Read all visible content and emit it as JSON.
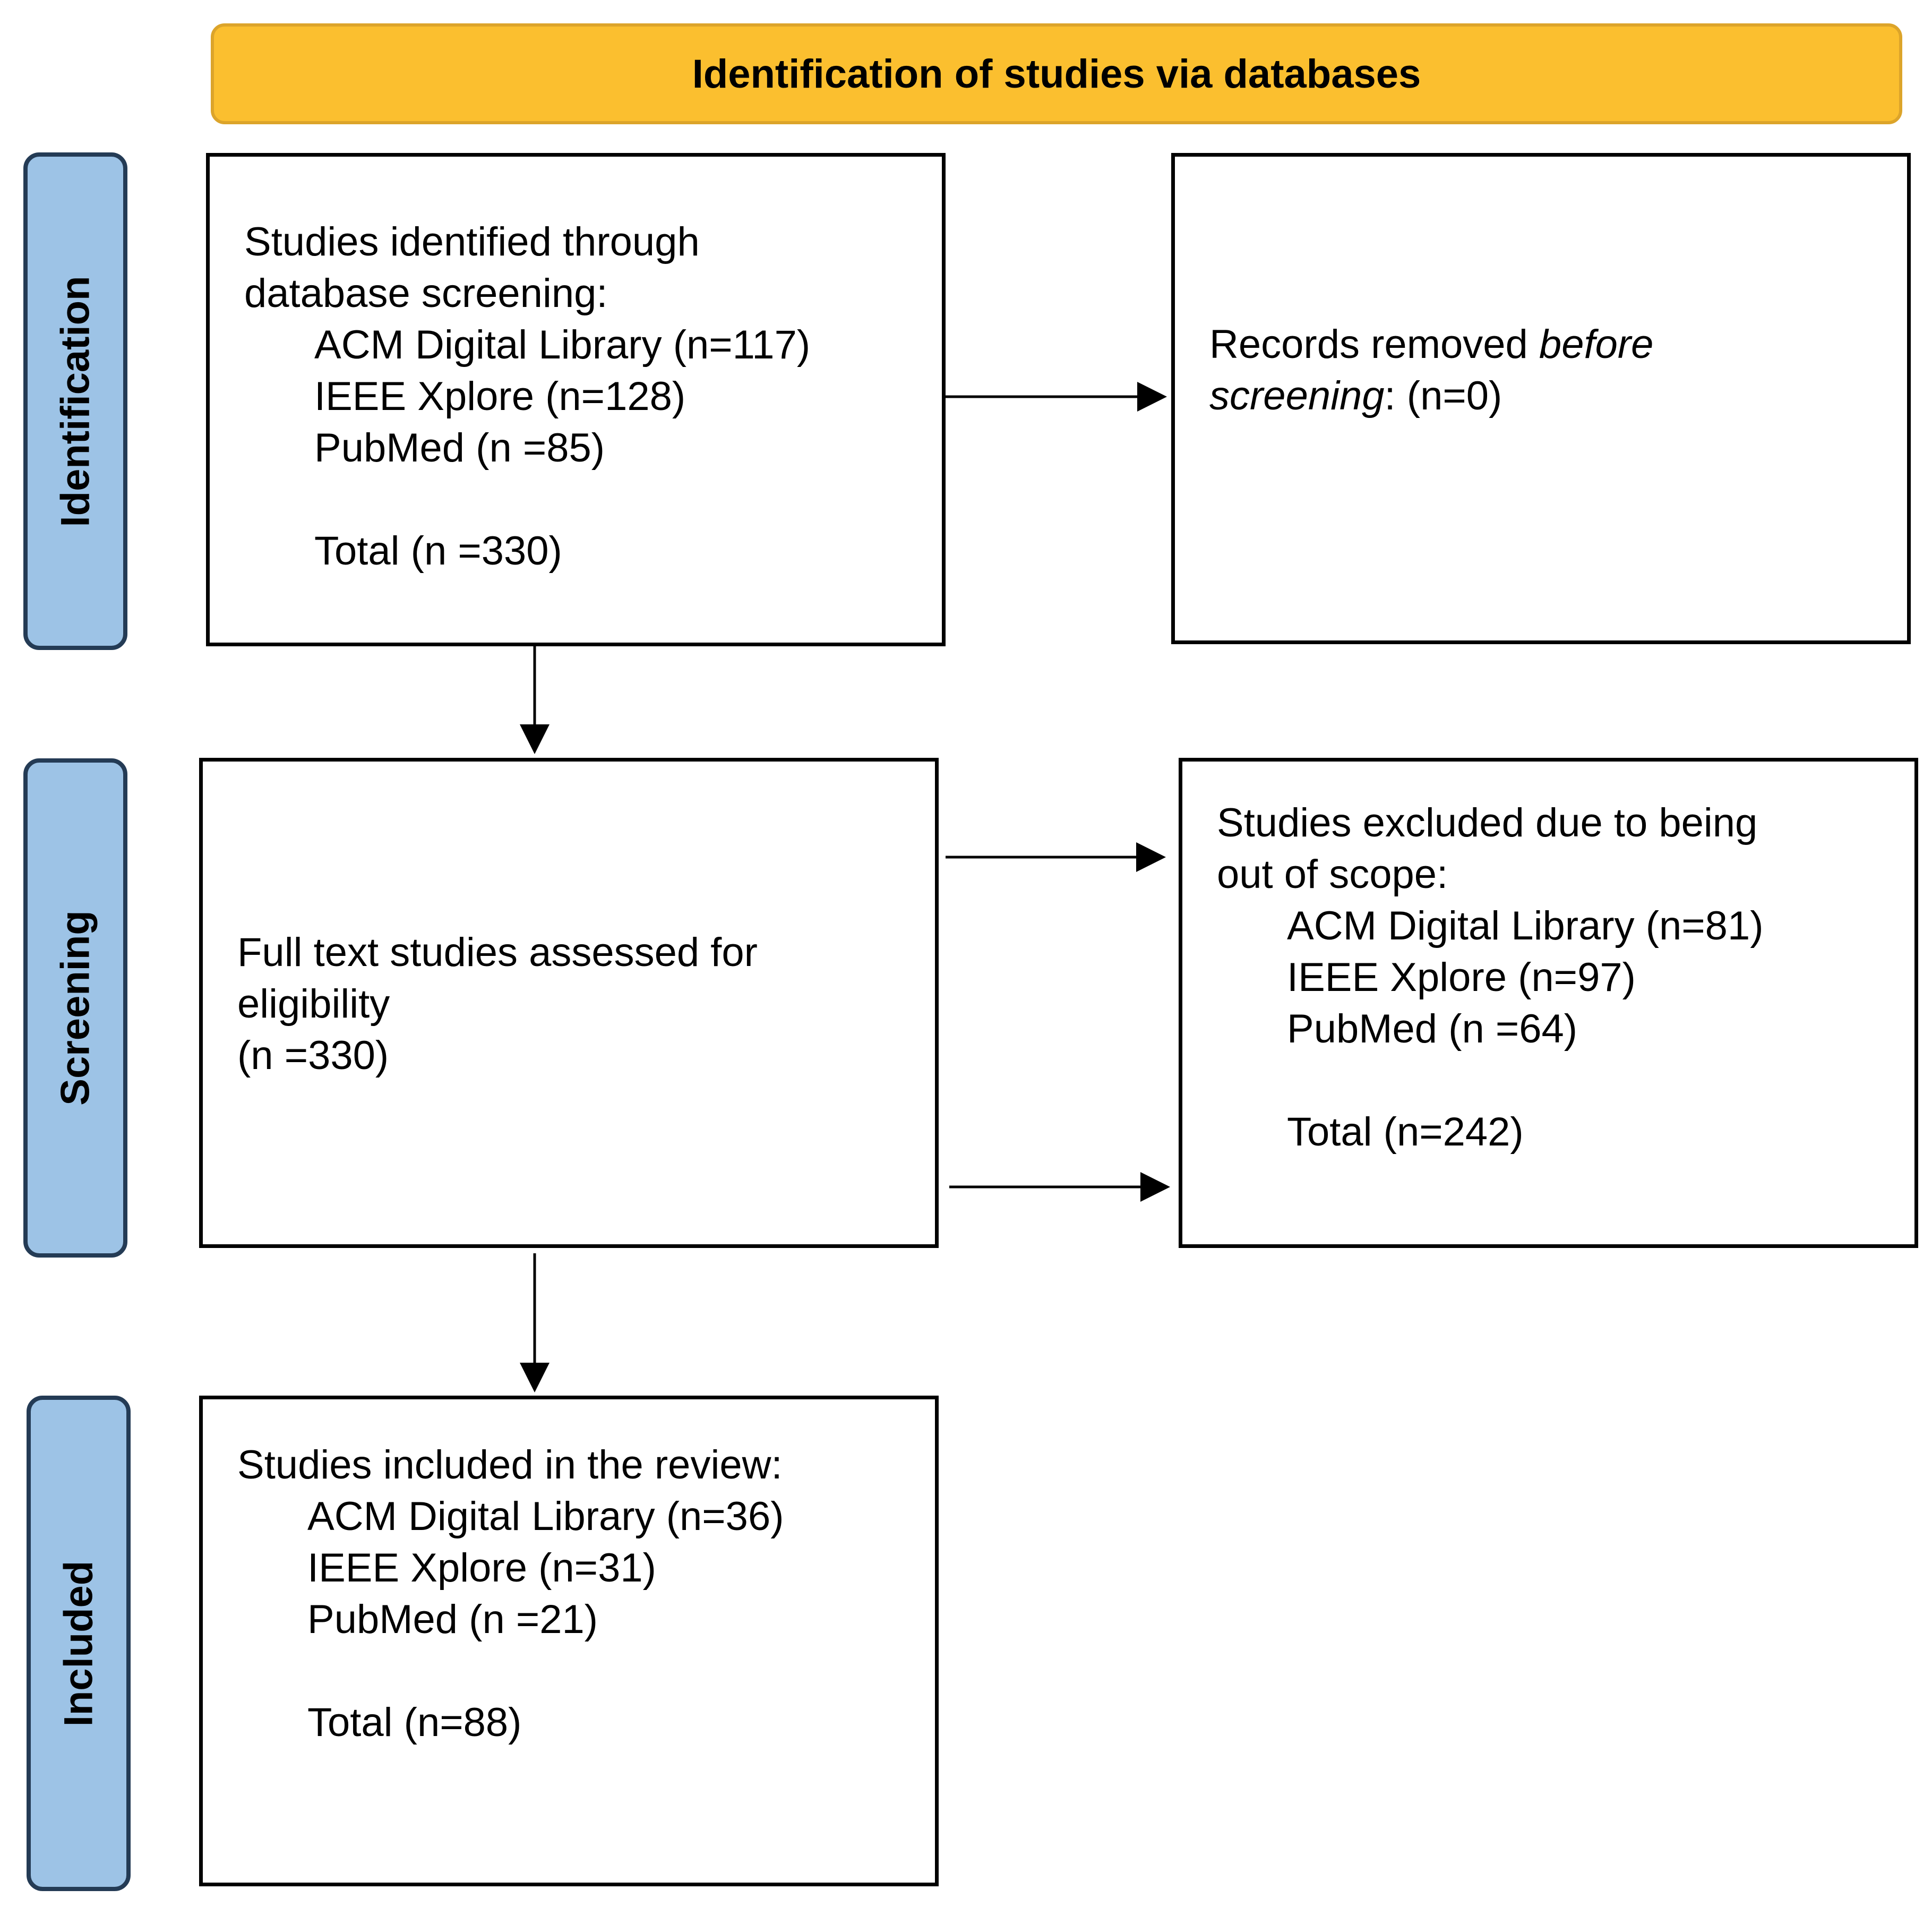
{
  "header": {
    "title": "Identification of studies via databases"
  },
  "stages": {
    "identification": "Identification",
    "screening": "Screening",
    "included": "Included"
  },
  "identified": {
    "heading_line1": "Studies identified through",
    "heading_line2": "database screening:",
    "acm": "ACM Digital Library (n=117)",
    "ieee": "IEEE Xplore (n=128)",
    "pubmed": "PubMed (n =85)",
    "total": "Total (n =330)"
  },
  "removed": {
    "prefix": "Records removed ",
    "emphasis_1": "before",
    "emphasis_2": "screening",
    "suffix": ": (n=0)"
  },
  "assessed": {
    "line1": "Full text studies assessed for",
    "line2": "eligibility",
    "line3": "(n =330)"
  },
  "excluded": {
    "heading_line1": "Studies excluded due to being",
    "heading_line2": "out of scope:",
    "acm": "ACM Digital Library (n=81)",
    "ieee": "IEEE Xplore (n=97)",
    "pubmed": "PubMed (n =64)",
    "total": "Total (n=242)"
  },
  "included": {
    "heading": "Studies included in the review:",
    "acm": "ACM Digital Library (n=36)",
    "ieee": "IEEE Xplore (n=31)",
    "pubmed": "PubMed (n =21)",
    "total": "Total (n=88)"
  }
}
